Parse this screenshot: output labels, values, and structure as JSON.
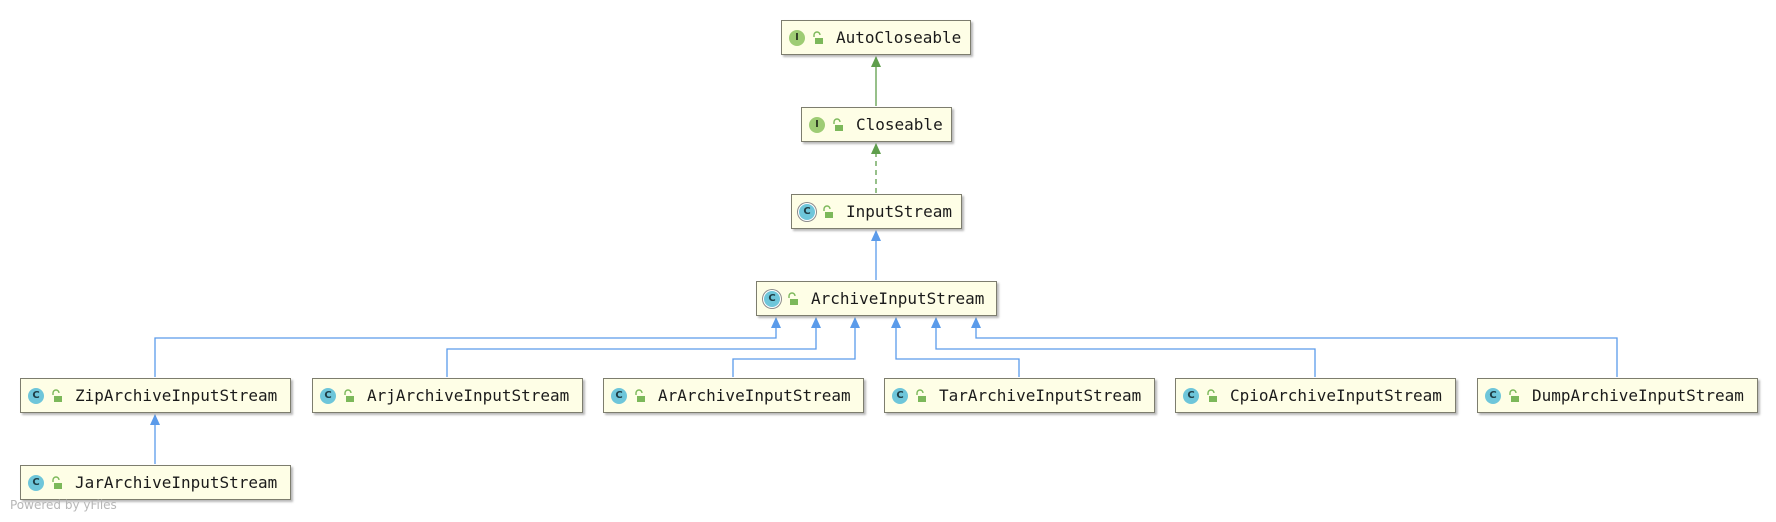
{
  "diagram": {
    "nodes": [
      {
        "id": "autocloseable",
        "label": "AutoCloseable",
        "kind": "interface",
        "kind_glyph": "I"
      },
      {
        "id": "closeable",
        "label": "Closeable",
        "kind": "interface",
        "kind_glyph": "I"
      },
      {
        "id": "inputstream",
        "label": "InputStream",
        "kind": "abstract",
        "kind_glyph": "C"
      },
      {
        "id": "archiveinputstream",
        "label": "ArchiveInputStream",
        "kind": "abstract",
        "kind_glyph": "C"
      },
      {
        "id": "ziparchiveinputstream",
        "label": "ZipArchiveInputStream",
        "kind": "class",
        "kind_glyph": "C"
      },
      {
        "id": "arjarchiveinputstream",
        "label": "ArjArchiveInputStream",
        "kind": "class",
        "kind_glyph": "C"
      },
      {
        "id": "ararchiveinputstream",
        "label": "ArArchiveInputStream",
        "kind": "class",
        "kind_glyph": "C"
      },
      {
        "id": "tararchiveinputstream",
        "label": "TarArchiveInputStream",
        "kind": "class",
        "kind_glyph": "C"
      },
      {
        "id": "cpioarchiveinputstream",
        "label": "CpioArchiveInputStream",
        "kind": "class",
        "kind_glyph": "C"
      },
      {
        "id": "dumparchiveinputstream",
        "label": "DumpArchiveInputStream",
        "kind": "class",
        "kind_glyph": "C"
      },
      {
        "id": "jararchiveinputstream",
        "label": "JarArchiveInputStream",
        "kind": "class",
        "kind_glyph": "C"
      }
    ],
    "edges": [
      {
        "from": "closeable",
        "to": "autocloseable",
        "type": "extends-interface",
        "color": "#5f9e4c"
      },
      {
        "from": "inputstream",
        "to": "closeable",
        "type": "implements",
        "color": "#5f9e4c"
      },
      {
        "from": "archiveinputstream",
        "to": "inputstream",
        "type": "extends",
        "color": "#5b9bea"
      },
      {
        "from": "ziparchiveinputstream",
        "to": "archiveinputstream",
        "type": "extends",
        "color": "#5b9bea"
      },
      {
        "from": "arjarchiveinputstream",
        "to": "archiveinputstream",
        "type": "extends",
        "color": "#5b9bea"
      },
      {
        "from": "ararchiveinputstream",
        "to": "archiveinputstream",
        "type": "extends",
        "color": "#5b9bea"
      },
      {
        "from": "tararchiveinputstream",
        "to": "archiveinputstream",
        "type": "extends",
        "color": "#5b9bea"
      },
      {
        "from": "cpioarchiveinputstream",
        "to": "archiveinputstream",
        "type": "extends",
        "color": "#5b9bea"
      },
      {
        "from": "dumparchiveinputstream",
        "to": "archiveinputstream",
        "type": "extends",
        "color": "#5b9bea"
      },
      {
        "from": "jararchiveinputstream",
        "to": "ziparchiveinputstream",
        "type": "extends",
        "color": "#5b9bea"
      }
    ],
    "icons": {
      "interface": "interface-icon",
      "class": "class-icon",
      "abstract": "abstract-class-icon",
      "visibility": "public-unlocked-icon"
    },
    "colors": {
      "node_fill": "#fefee6",
      "node_border": "#7d7d6e",
      "extends": "#5b9bea",
      "implements": "#5f9e4c"
    }
  },
  "footer": "Powered by yFiles"
}
